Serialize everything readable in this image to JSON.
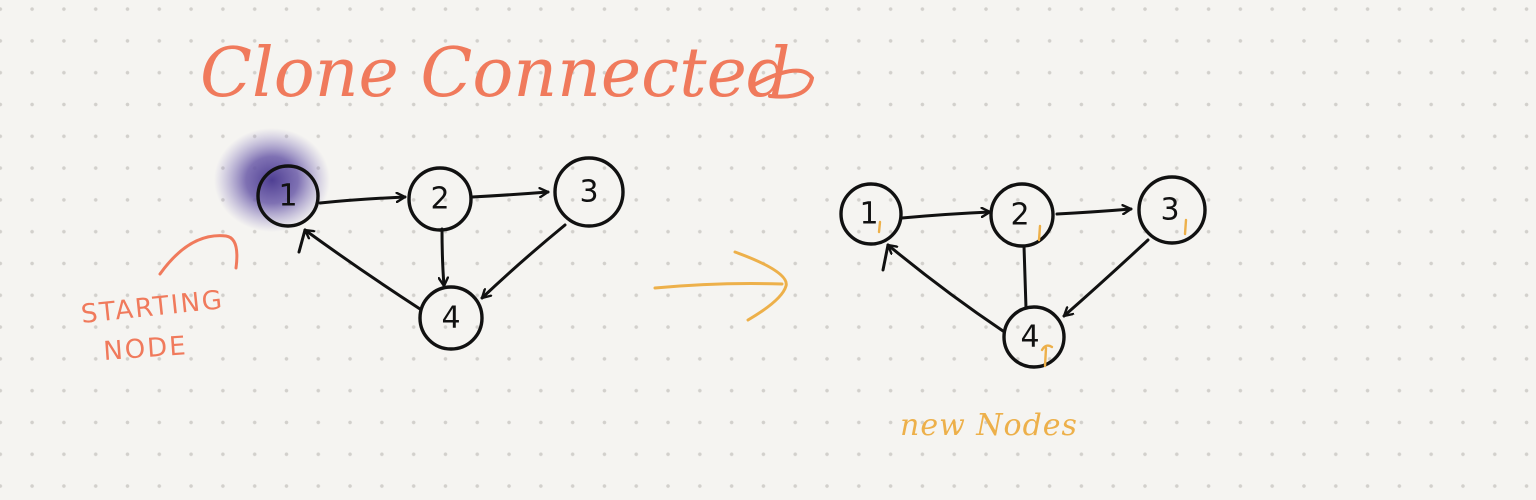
{
  "title": "Clone Connected",
  "graph_original": {
    "nodes": [
      "1",
      "2",
      "3",
      "4"
    ],
    "edges": [
      [
        "1",
        "2"
      ],
      [
        "2",
        "3"
      ],
      [
        "2",
        "4"
      ],
      [
        "3",
        "4"
      ],
      [
        "4",
        "1"
      ]
    ],
    "highlighted_node": "1",
    "highlight_color": "#6a5aa8"
  },
  "graph_clone": {
    "nodes": [
      "1",
      "2",
      "3",
      "4"
    ],
    "edges": [
      [
        "1",
        "2"
      ],
      [
        "2",
        "3"
      ],
      [
        "2",
        "4"
      ],
      [
        "3",
        "4"
      ],
      [
        "4",
        "1"
      ]
    ]
  },
  "annotations": {
    "starting_node_line1": "STARTING",
    "starting_node_line2": "NODE",
    "new_nodes": "new Nodes"
  },
  "colors": {
    "title": "#f07a5c",
    "annotation_orange": "#f07a5c",
    "annotation_yellow": "#edb04a",
    "ink": "#111111",
    "background": "#f5f4f1"
  }
}
